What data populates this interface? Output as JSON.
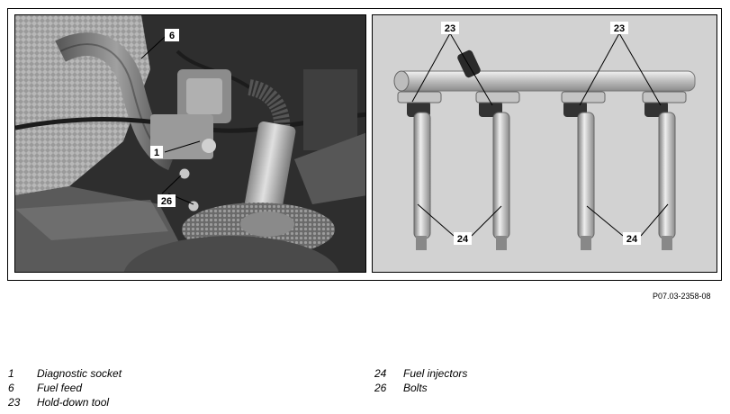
{
  "figure": {
    "reference_code": "P07.03-2358-08",
    "left_callouts": {
      "c6": "6",
      "c1": "1",
      "c26": "26"
    },
    "right_callouts": {
      "c23a": "23",
      "c23b": "23",
      "c24a": "24",
      "c24b": "24"
    }
  },
  "legend": {
    "left": [
      {
        "num": "1",
        "text": "Diagnostic socket"
      },
      {
        "num": "6",
        "text": "Fuel feed"
      },
      {
        "num": "23",
        "text": "Hold-down tool"
      }
    ],
    "right": [
      {
        "num": "24",
        "text": "Fuel injectors"
      },
      {
        "num": "26",
        "text": "Bolts"
      }
    ]
  },
  "colors": {
    "left_photo_bg": "#3a3a3a",
    "right_photo_bg": "#d4d4d4",
    "callout_box": "#ffffff"
  }
}
